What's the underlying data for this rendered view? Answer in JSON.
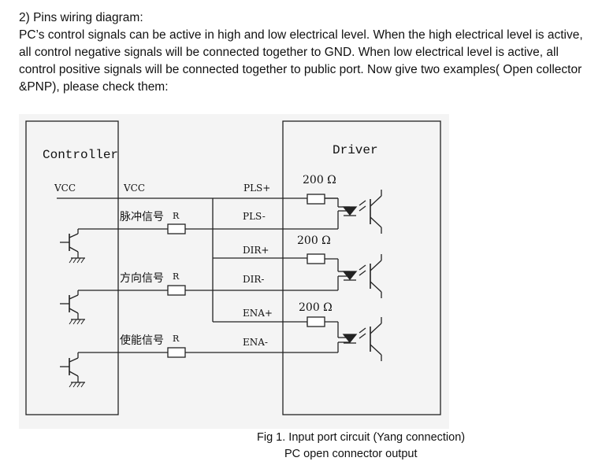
{
  "intro": {
    "heading": "2) Pins wiring diagram:",
    "line1": "PC’s control signals can be active in high and low electrical level. When the high electrical level is active,",
    "line2": "all control negative signals will be connected together to GND. When low electrical level is active, all",
    "line3": "control positive signals will be connected together to public port. Now give two examples( Open collector",
    "line4": "&PNP), please check them:"
  },
  "diagram": {
    "controller_label": "Controller",
    "driver_label": "Driver",
    "vcc_left": "VCC",
    "vcc_right": "VCC",
    "signals": [
      {
        "name": "脉冲信号",
        "resistor": "R",
        "pos": "PLS+",
        "neg": "PLS-",
        "series_resistor": "200 Ω"
      },
      {
        "name": "方向信号",
        "resistor": "R",
        "pos": "DIR+",
        "neg": "DIR-",
        "series_resistor": "200 Ω"
      },
      {
        "name": "使能信号",
        "resistor": "R",
        "pos": "ENA+",
        "neg": "ENA-",
        "series_resistor": "200 Ω"
      }
    ]
  },
  "caption": {
    "line1": "Fig 1. Input port circuit (Yang connection)",
    "line2": "PC open connector output"
  }
}
